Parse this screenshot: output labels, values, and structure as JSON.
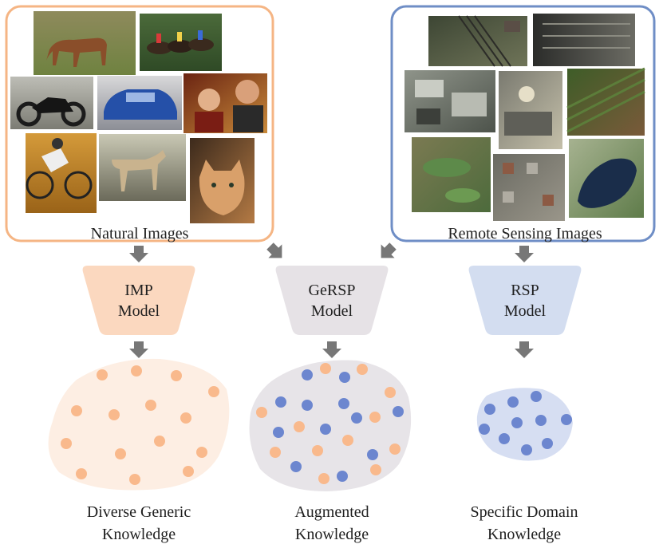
{
  "groups": {
    "natural": {
      "label": "Natural Images",
      "border_color": "#f5b584"
    },
    "remote": {
      "label": "Remote Sensing Images",
      "border_color": "#6f8ec6"
    }
  },
  "models": [
    {
      "line1": "IMP",
      "line2": "Model",
      "color": "#fbd8bf"
    },
    {
      "line1": "GeRSP",
      "line2": "Model",
      "color": "#e6e2e6"
    },
    {
      "line1": "RSP",
      "line2": "Model",
      "color": "#d3ddf0"
    }
  ],
  "knowledge": [
    {
      "line1": "Diverse Generic",
      "line2": "Knowledge",
      "blob_color": "#fdeee3"
    },
    {
      "line1": "Augmented",
      "line2": "Knowledge",
      "blob_color": "#e7e4e8"
    },
    {
      "line1": "Specific Domain",
      "line2": "Knowledge",
      "blob_color": "#d6def2"
    }
  ],
  "colors": {
    "orange_dot": "#f9b98c",
    "blue_dot": "#6c86cf",
    "arrow": "#777777"
  }
}
